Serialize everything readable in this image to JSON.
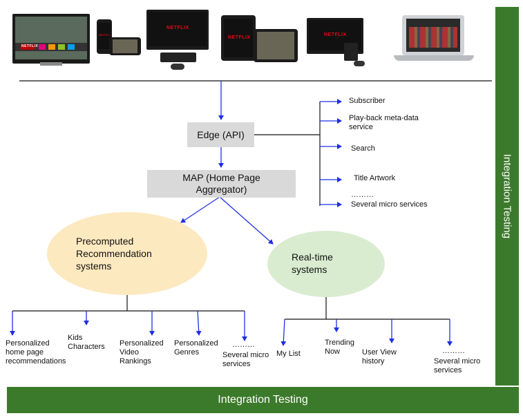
{
  "devices": {
    "brand_text": "NETFLIX",
    "items": [
      "smart-tv",
      "phones",
      "tv-with-console",
      "tablets",
      "tv-with-playstation",
      "laptop"
    ]
  },
  "edge_box": "Edge (API)",
  "map_box": "MAP (Home Page\nAggregator)",
  "micro_services": {
    "items": [
      "Subscriber",
      "Play-back meta-data\nservice",
      "Search",
      "Title Artwork",
      "Several micro services"
    ],
    "ellipsis": "………"
  },
  "precomputed": "Precomputed\nRecommendation\nsystems",
  "realtime": "Real-time\nsystems",
  "precomputed_children": {
    "items": [
      "Personalized\nhome page\nrecommendations",
      "Kids\nCharacters",
      "Personalized\nVideo\nRankings",
      "Personalized\nGenres",
      "Several micro\nservices"
    ],
    "ellipsis": "………"
  },
  "realtime_children": {
    "items": [
      "My List",
      "Trending\nNow",
      "User View\nhistory",
      "Several micro\nservices"
    ],
    "ellipsis": "………"
  },
  "integration_testing_right": "Integration Testing",
  "integration_testing_bottom": "Integration Testing",
  "colors": {
    "band_green": "#3c7a2b",
    "ellipse_yellow": "#fde9bf",
    "ellipse_green": "#d9ecd0",
    "arrow_blue": "#1f2fe0",
    "box_gray": "#d9d9d9"
  }
}
